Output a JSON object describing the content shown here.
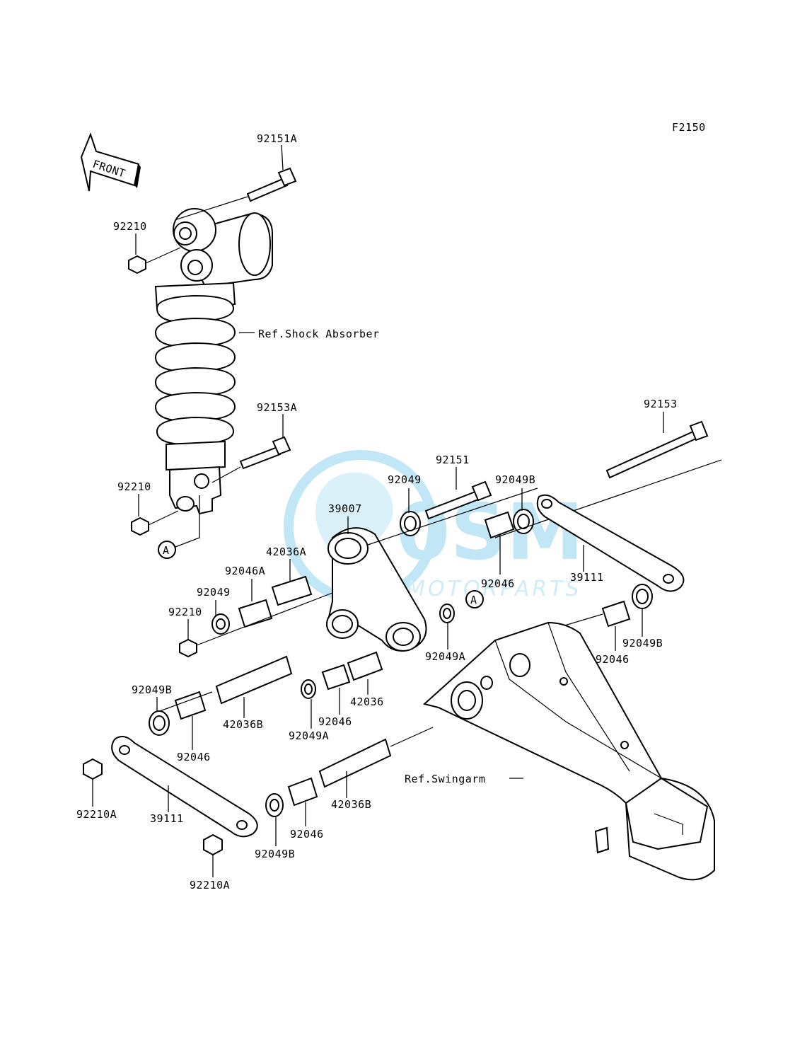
{
  "figure_code": "F2150",
  "front_marker": "FRONT",
  "watermark": {
    "brand": "0SM",
    "sub": "MOTORPARTS",
    "color": "#8fd3ee"
  },
  "reference_labels": {
    "shock": "Ref.Shock Absorber",
    "swingarm": "Ref.Swingarm"
  },
  "callout_marker": "A",
  "parts": [
    "92151A",
    "92210",
    "92153A",
    "92210",
    "92153",
    "92151",
    "92049",
    "92049B",
    "39007",
    "42036A",
    "92046A",
    "92049",
    "92210",
    "92046",
    "39111",
    "92049B",
    "92046",
    "92049A",
    "42036",
    "92046",
    "92049A",
    "42036B",
    "92049B",
    "92046",
    "92210A",
    "39111",
    "42036B",
    "92046",
    "92049B",
    "92210A"
  ]
}
